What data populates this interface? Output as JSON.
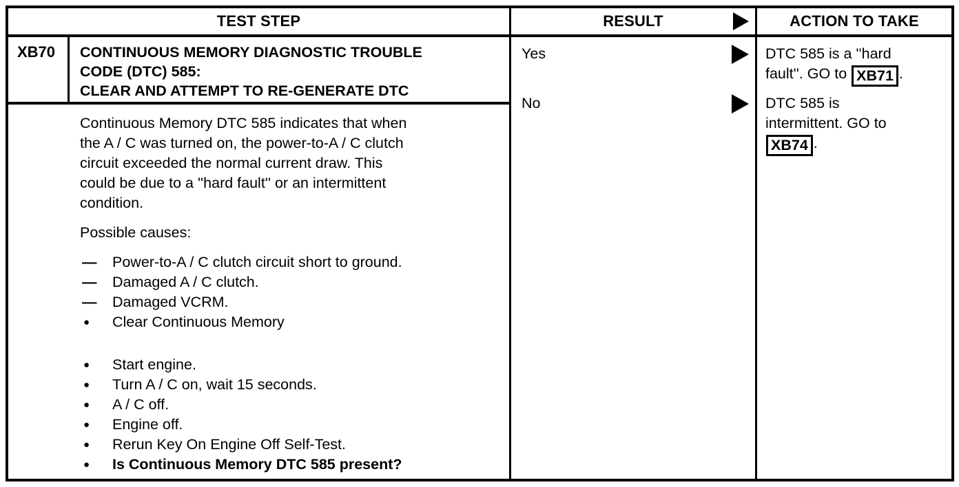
{
  "header": {
    "test_step": "TEST STEP",
    "result": "RESULT",
    "action_to_take": "ACTION TO TAKE"
  },
  "icons": {
    "dash": "—",
    "bullet": "●"
  },
  "step": {
    "id": "XB70",
    "title_lines": [
      "CONTINUOUS MEMORY DIAGNOSTIC TROUBLE",
      "CODE (DTC) 585:",
      "CLEAR AND ATTEMPT TO RE-GENERATE DTC"
    ],
    "description_lines": [
      "Continuous Memory DTC 585 indicates that when",
      "the A / C was turned on, the power-to-A / C clutch",
      "circuit exceeded the normal current draw. This",
      "could be due to a ''hard fault'' or an intermittent",
      "condition."
    ],
    "possible_causes_label": "Possible causes:",
    "dash_items": [
      "Power-to-A / C clutch circuit short to ground.",
      "Damaged A / C clutch.",
      "Damaged VCRM."
    ],
    "clear_memory_bullet": "Clear Continuous Memory",
    "procedure_bullets": [
      "Start engine.",
      "Turn A / C on, wait 15 seconds.",
      "A / C off.",
      "Engine off.",
      "Rerun Key On Engine Off Self-Test."
    ],
    "final_question": "Is Continuous Memory DTC 585 present?"
  },
  "results": [
    {
      "label": "Yes"
    },
    {
      "label": "No"
    }
  ],
  "actions": [
    {
      "lines": [
        {
          "text": "DTC 585 is a ''hard"
        },
        {
          "text": "fault''. GO to ",
          "ref": "XB71",
          "after": "."
        }
      ]
    },
    {
      "lines": [
        {
          "text": "DTC 585 is"
        },
        {
          "text": "intermittent. GO to"
        },
        {
          "ref": "XB74",
          "after": "."
        }
      ]
    }
  ],
  "colors": {
    "ink": "#000000",
    "paper": "#ffffff"
  }
}
